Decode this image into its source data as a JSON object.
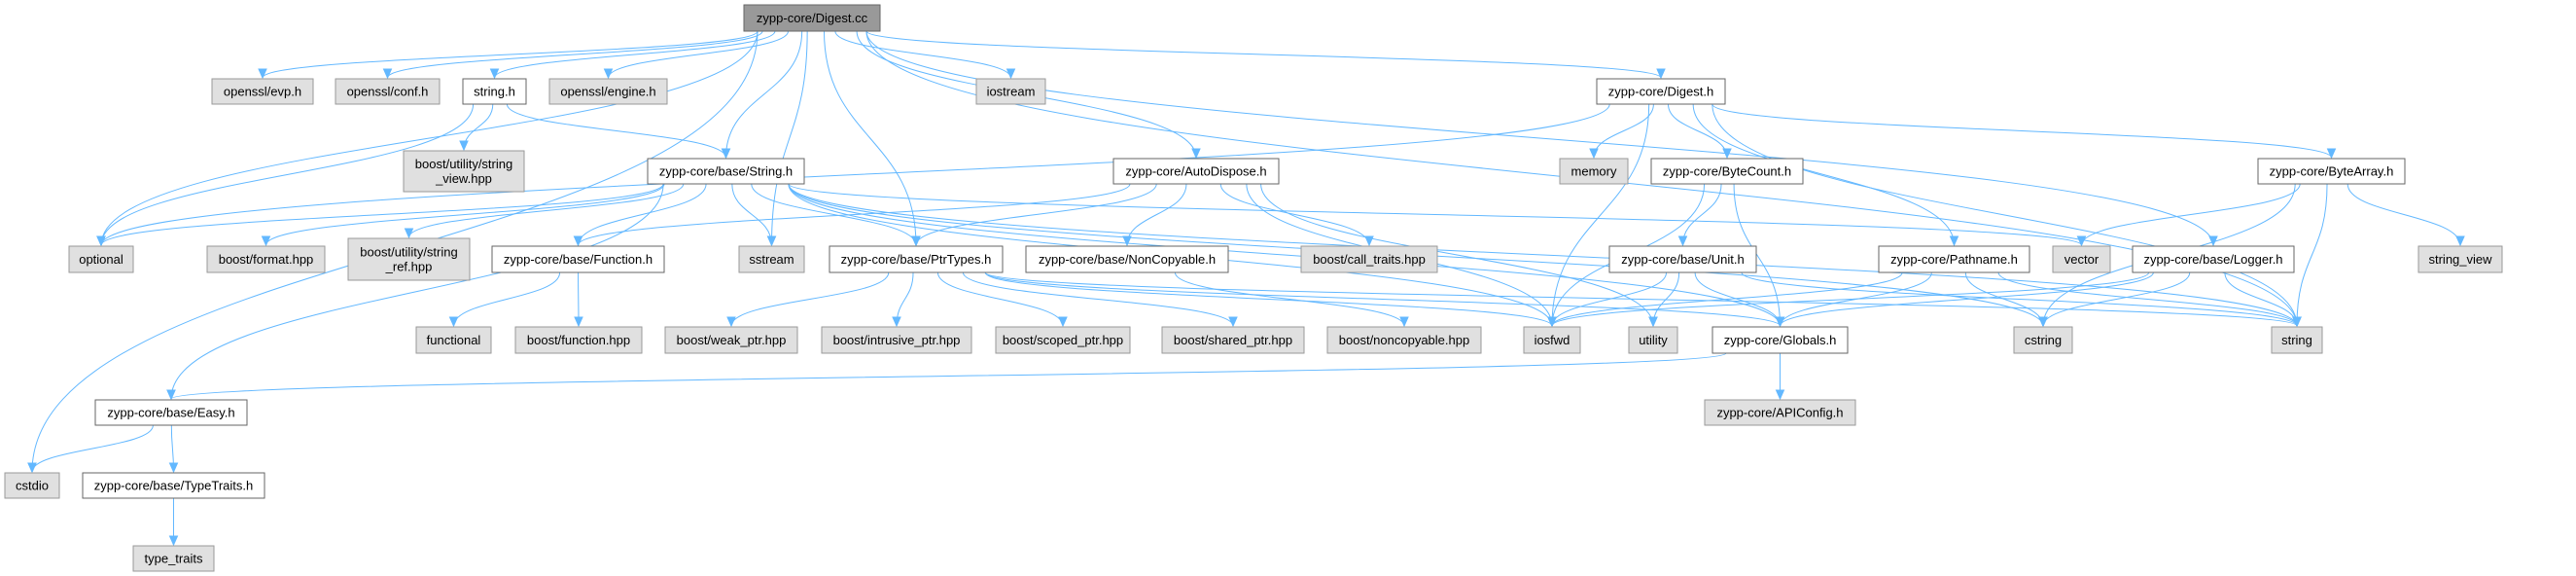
{
  "title": "zypp-core/Digest.cc",
  "colors": {
    "root_fill": "#999999",
    "root_stroke": "#666666",
    "doc_fill": "#ffffff",
    "doc_stroke": "#666666",
    "ext_fill": "#e0e0e0",
    "ext_stroke": "#999999",
    "edge": "#63b8ff"
  },
  "nodes": [
    {
      "id": "digest_cc",
      "label": [
        "zypp-core/Digest.cc"
      ],
      "kind": "root"
    },
    {
      "id": "evp",
      "label": [
        "openssl/evp.h"
      ],
      "kind": "ext"
    },
    {
      "id": "conf",
      "label": [
        "openssl/conf.h"
      ],
      "kind": "ext"
    },
    {
      "id": "string_h",
      "label": [
        "string.h"
      ],
      "kind": "doc"
    },
    {
      "id": "engine",
      "label": [
        "openssl/engine.h"
      ],
      "kind": "ext"
    },
    {
      "id": "iostream",
      "label": [
        "iostream"
      ],
      "kind": "ext"
    },
    {
      "id": "digest_h",
      "label": [
        "zypp-core/Digest.h"
      ],
      "kind": "doc"
    },
    {
      "id": "string_view_hpp",
      "label": [
        "boost/utility/string",
        "_view.hpp"
      ],
      "kind": "ext"
    },
    {
      "id": "string_base",
      "label": [
        "zypp-core/base/String.h"
      ],
      "kind": "doc"
    },
    {
      "id": "autodispose",
      "label": [
        "zypp-core/AutoDispose.h"
      ],
      "kind": "doc"
    },
    {
      "id": "memory",
      "label": [
        "memory"
      ],
      "kind": "ext"
    },
    {
      "id": "bytecount",
      "label": [
        "zypp-core/ByteCount.h"
      ],
      "kind": "doc"
    },
    {
      "id": "bytearray",
      "label": [
        "zypp-core/ByteArray.h"
      ],
      "kind": "doc"
    },
    {
      "id": "optional",
      "label": [
        "optional"
      ],
      "kind": "ext"
    },
    {
      "id": "format",
      "label": [
        "boost/format.hpp"
      ],
      "kind": "ext"
    },
    {
      "id": "string_ref",
      "label": [
        "boost/utility/string",
        "_ref.hpp"
      ],
      "kind": "ext"
    },
    {
      "id": "function_h",
      "label": [
        "zypp-core/base/Function.h"
      ],
      "kind": "doc"
    },
    {
      "id": "sstream",
      "label": [
        "sstream"
      ],
      "kind": "ext"
    },
    {
      "id": "ptrtypes",
      "label": [
        "zypp-core/base/PtrTypes.h"
      ],
      "kind": "doc"
    },
    {
      "id": "noncopyable_h",
      "label": [
        "zypp-core/base/NonCopyable.h"
      ],
      "kind": "doc"
    },
    {
      "id": "call_traits",
      "label": [
        "boost/call_traits.hpp"
      ],
      "kind": "ext"
    },
    {
      "id": "unit",
      "label": [
        "zypp-core/base/Unit.h"
      ],
      "kind": "doc"
    },
    {
      "id": "pathname",
      "label": [
        "zypp-core/Pathname.h"
      ],
      "kind": "doc"
    },
    {
      "id": "vector",
      "label": [
        "vector"
      ],
      "kind": "ext"
    },
    {
      "id": "logger",
      "label": [
        "zypp-core/base/Logger.h"
      ],
      "kind": "doc"
    },
    {
      "id": "string_view",
      "label": [
        "string_view"
      ],
      "kind": "ext"
    },
    {
      "id": "functional",
      "label": [
        "functional"
      ],
      "kind": "ext"
    },
    {
      "id": "boost_function",
      "label": [
        "boost/function.hpp"
      ],
      "kind": "ext"
    },
    {
      "id": "weak_ptr",
      "label": [
        "boost/weak_ptr.hpp"
      ],
      "kind": "ext"
    },
    {
      "id": "intrusive_ptr",
      "label": [
        "boost/intrusive_ptr.hpp"
      ],
      "kind": "ext"
    },
    {
      "id": "scoped_ptr",
      "label": [
        "boost/scoped_ptr.hpp"
      ],
      "kind": "ext"
    },
    {
      "id": "shared_ptr",
      "label": [
        "boost/shared_ptr.hpp"
      ],
      "kind": "ext"
    },
    {
      "id": "noncopyable_hpp",
      "label": [
        "boost/noncopyable.hpp"
      ],
      "kind": "ext"
    },
    {
      "id": "iosfwd",
      "label": [
        "iosfwd"
      ],
      "kind": "ext"
    },
    {
      "id": "utility",
      "label": [
        "utility"
      ],
      "kind": "ext"
    },
    {
      "id": "globals",
      "label": [
        "zypp-core/Globals.h"
      ],
      "kind": "doc"
    },
    {
      "id": "cstring",
      "label": [
        "cstring"
      ],
      "kind": "ext"
    },
    {
      "id": "string",
      "label": [
        "string"
      ],
      "kind": "ext"
    },
    {
      "id": "apiconfig",
      "label": [
        "zypp-core/APIConfig.h"
      ],
      "kind": "ext"
    },
    {
      "id": "easy",
      "label": [
        "zypp-core/base/Easy.h"
      ],
      "kind": "doc"
    },
    {
      "id": "cstdio",
      "label": [
        "cstdio"
      ],
      "kind": "ext"
    },
    {
      "id": "typetraits_h",
      "label": [
        "zypp-core/base/TypeTraits.h"
      ],
      "kind": "doc"
    },
    {
      "id": "type_traits",
      "label": [
        "type_traits"
      ],
      "kind": "ext"
    }
  ],
  "edges": [
    [
      "digest_cc",
      "evp"
    ],
    [
      "digest_cc",
      "conf"
    ],
    [
      "digest_cc",
      "string_h"
    ],
    [
      "digest_cc",
      "engine"
    ],
    [
      "digest_cc",
      "iostream"
    ],
    [
      "digest_cc",
      "digest_h"
    ],
    [
      "digest_cc",
      "string_base"
    ],
    [
      "digest_cc",
      "autodispose"
    ],
    [
      "digest_cc",
      "cstdio"
    ],
    [
      "digest_cc",
      "optional"
    ],
    [
      "digest_cc",
      "sstream"
    ],
    [
      "digest_cc",
      "ptrtypes"
    ],
    [
      "digest_cc",
      "logger"
    ],
    [
      "digest_cc",
      "string"
    ],
    [
      "string_h",
      "string_view_hpp"
    ],
    [
      "string_h",
      "string_base"
    ],
    [
      "string_h",
      "optional"
    ],
    [
      "digest_h",
      "memory"
    ],
    [
      "digest_h",
      "bytecount"
    ],
    [
      "digest_h",
      "bytearray"
    ],
    [
      "digest_h",
      "pathname"
    ],
    [
      "digest_h",
      "iosfwd"
    ],
    [
      "digest_h",
      "optional"
    ],
    [
      "digest_h",
      "string"
    ],
    [
      "string_base",
      "optional"
    ],
    [
      "string_base",
      "format"
    ],
    [
      "string_base",
      "string_ref"
    ],
    [
      "string_base",
      "function_h"
    ],
    [
      "string_base",
      "sstream"
    ],
    [
      "string_base",
      "ptrtypes"
    ],
    [
      "string_base",
      "easy"
    ],
    [
      "string_base",
      "vector"
    ],
    [
      "string_base",
      "string"
    ],
    [
      "string_base",
      "cstring"
    ],
    [
      "string_base",
      "iosfwd"
    ],
    [
      "string_base",
      "globals"
    ],
    [
      "autodispose",
      "ptrtypes"
    ],
    [
      "autodispose",
      "noncopyable_h"
    ],
    [
      "autodispose",
      "call_traits"
    ],
    [
      "autodispose",
      "function_h"
    ],
    [
      "autodispose",
      "iosfwd"
    ],
    [
      "autodispose",
      "utility"
    ],
    [
      "bytecount",
      "unit"
    ],
    [
      "bytecount",
      "globals"
    ],
    [
      "bytecount",
      "iosfwd"
    ],
    [
      "bytearray",
      "vector"
    ],
    [
      "bytearray",
      "string_view"
    ],
    [
      "bytearray",
      "string"
    ],
    [
      "bytearray",
      "cstring"
    ],
    [
      "function_h",
      "functional"
    ],
    [
      "function_h",
      "boost_function"
    ],
    [
      "ptrtypes",
      "weak_ptr"
    ],
    [
      "ptrtypes",
      "intrusive_ptr"
    ],
    [
      "ptrtypes",
      "scoped_ptr"
    ],
    [
      "ptrtypes",
      "shared_ptr"
    ],
    [
      "ptrtypes",
      "iosfwd"
    ],
    [
      "ptrtypes",
      "string"
    ],
    [
      "ptrtypes",
      "globals"
    ],
    [
      "noncopyable_h",
      "noncopyable_hpp"
    ],
    [
      "unit",
      "iosfwd"
    ],
    [
      "unit",
      "utility"
    ],
    [
      "unit",
      "globals"
    ],
    [
      "unit",
      "string"
    ],
    [
      "pathname",
      "iosfwd"
    ],
    [
      "pathname",
      "globals"
    ],
    [
      "pathname",
      "cstring"
    ],
    [
      "pathname",
      "string"
    ],
    [
      "logger",
      "iosfwd"
    ],
    [
      "logger",
      "globals"
    ],
    [
      "logger",
      "cstring"
    ],
    [
      "logger",
      "string"
    ],
    [
      "globals",
      "apiconfig"
    ],
    [
      "globals",
      "easy"
    ],
    [
      "easy",
      "cstdio"
    ],
    [
      "easy",
      "typetraits_h"
    ],
    [
      "typetraits_h",
      "type_traits"
    ]
  ]
}
